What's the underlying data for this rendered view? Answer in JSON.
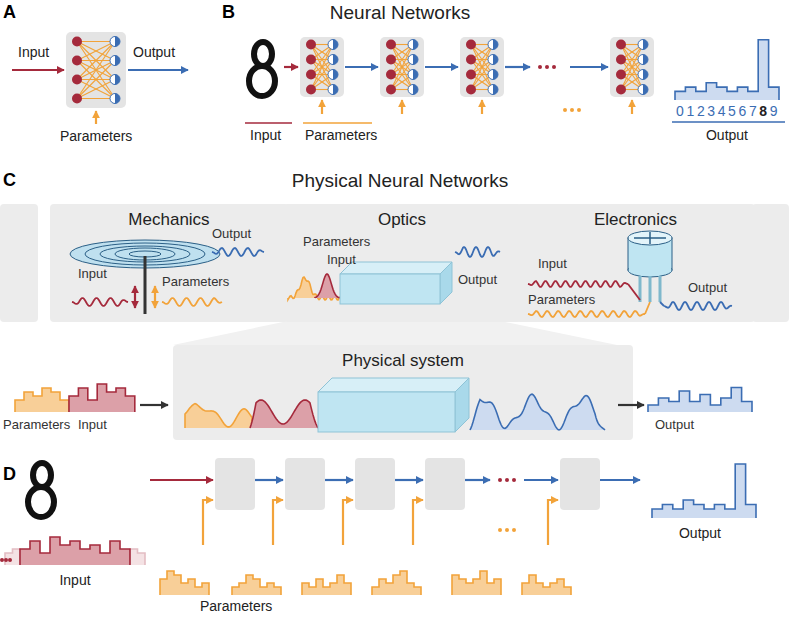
{
  "diagram": {
    "nodes": [
      {
        "text": [
          "Mechanics",
          "Output",
          "Input",
          "Parameters"
        ]
      },
      {
        "text": [
          "Optics",
          "Parameters",
          "Input",
          "Output"
        ]
      },
      {
        "text": [
          "Electronics",
          "Input",
          "Parameters",
          "Output"
        ]
      },
      {
        "text": [
          "Physical system"
        ]
      }
    ],
    "labels": [
      "A",
      "Neural Networks",
      "B",
      "Input",
      "Output",
      "Parameters",
      "Input",
      "Parameters",
      "0",
      "1",
      "2",
      "3",
      "4",
      "5",
      "6",
      "7",
      "8",
      "9",
      "Output",
      "C",
      "Physical Neural Networks",
      "Parameters",
      "Input",
      "Output",
      "D",
      "Input",
      "Parameters",
      "Output"
    ]
  }
}
